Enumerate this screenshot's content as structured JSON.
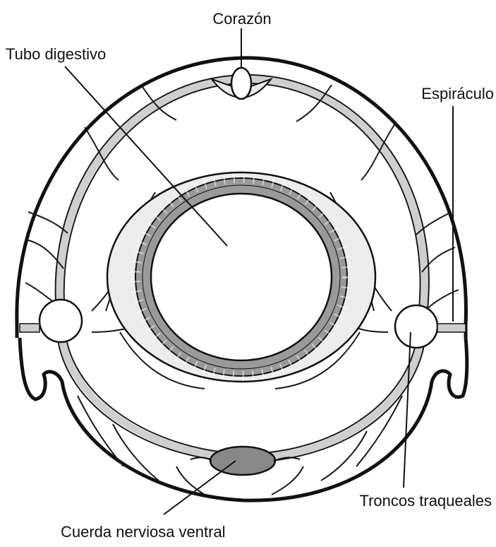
{
  "diagram": {
    "labels": {
      "corazon": "Corazón",
      "tubo_digestivo": "Tubo digestivo",
      "espiraculo": "Espiráculo",
      "troncos_traqueales": "Troncos traqueales",
      "cuerda_nerviosa": "Cuerda nerviosa ventral"
    },
    "colors": {
      "ink": "#111111",
      "trachea_fill": "#cfcfcf",
      "cell_fill": "#9a9a9a",
      "ganglion_fill": "#888888"
    }
  }
}
